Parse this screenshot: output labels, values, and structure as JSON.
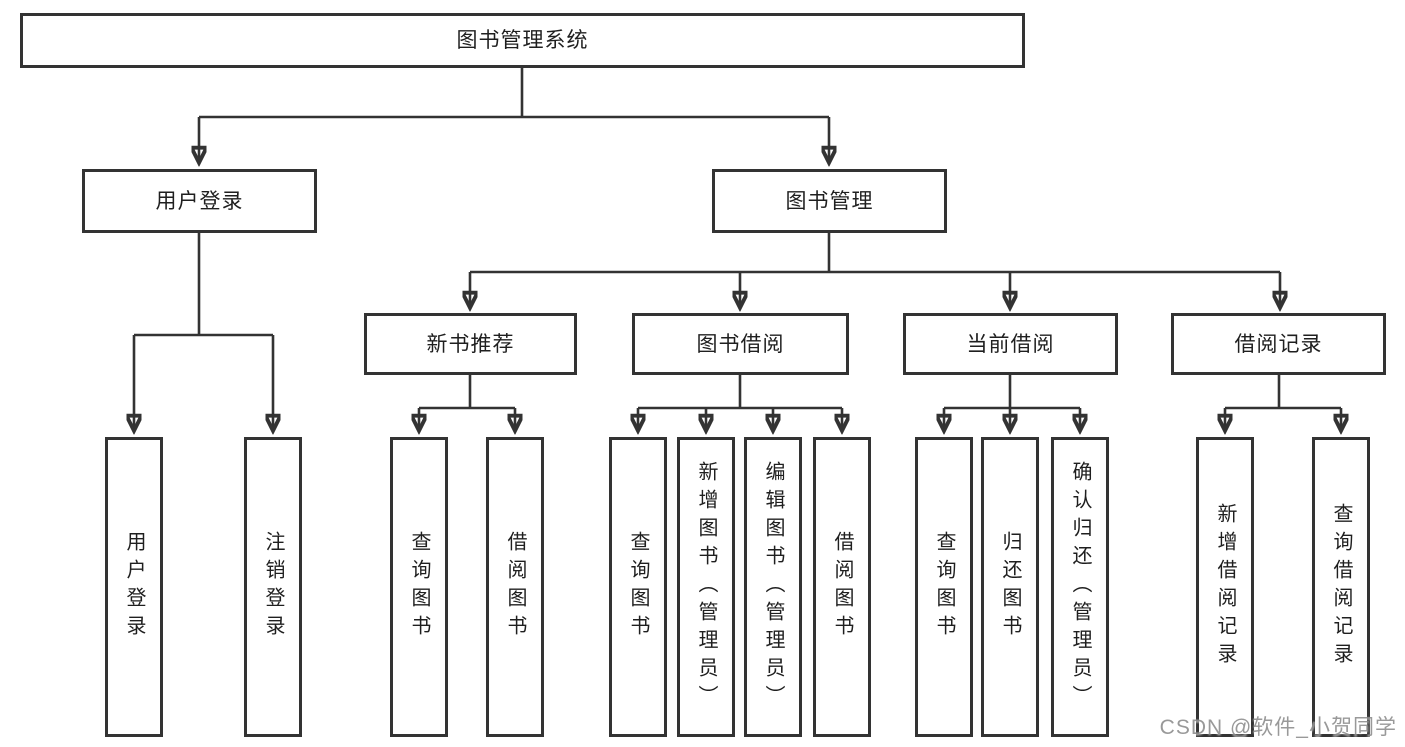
{
  "diagram": {
    "root": "图书管理系统",
    "level2": [
      "用户登录",
      "图书管理"
    ],
    "level3": [
      "新书推荐",
      "图书借阅",
      "当前借阅",
      "借阅记录"
    ],
    "leaves": {
      "user": [
        "用户登录",
        "注销登录"
      ],
      "newbook": [
        "查询图书",
        "借阅图书"
      ],
      "borrow": [
        "查询图书",
        "新增图书（管理员）",
        "编辑图书（管理员）",
        "借阅图书"
      ],
      "current": [
        "查询图书",
        "归还图书",
        "确认归还（管理员）"
      ],
      "records": [
        "新增借阅记录",
        "查询借阅记录"
      ]
    },
    "watermark": "CSDN @软件_小贺同学",
    "colors": {
      "line": "#333333",
      "text": "#1f1f1f",
      "box_background": "#ffffff",
      "watermark": "#878787"
    }
  }
}
